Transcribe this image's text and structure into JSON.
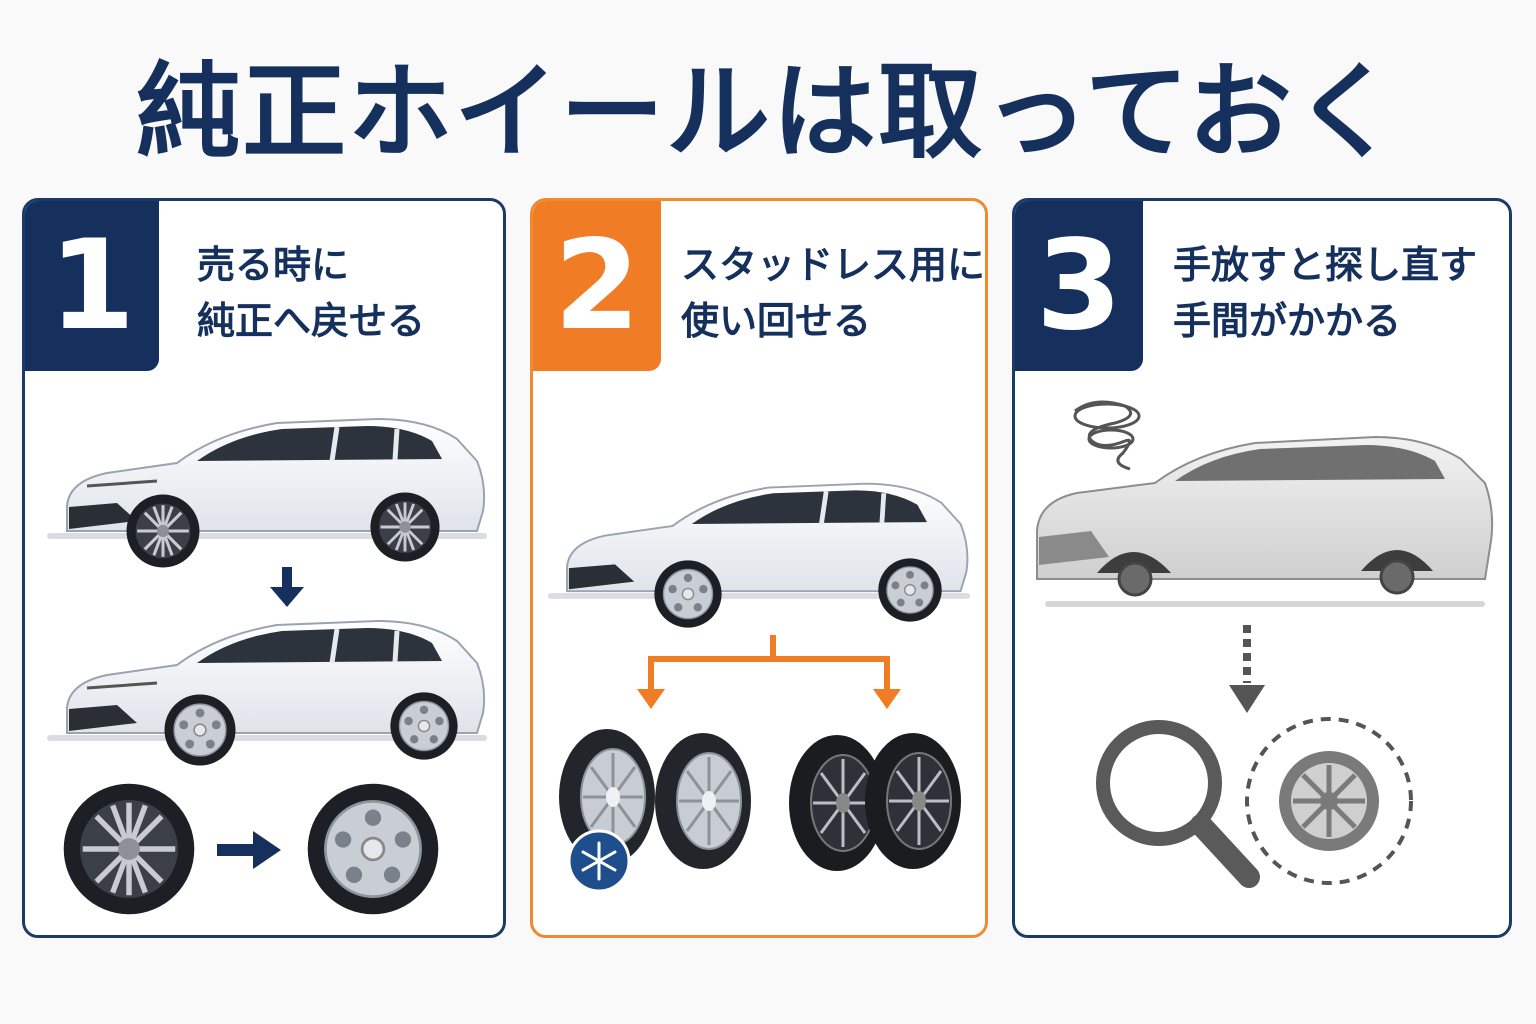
{
  "title": "純正ホイールは取っておく",
  "colors": {
    "navy": "#15305c",
    "orange": "#f07c26",
    "gray": "#8a8a8a"
  },
  "panels": [
    {
      "number": "1",
      "line1": "売る時に",
      "line2": "純正へ戻せる",
      "icons": [
        "car-aftermarket-wheels",
        "arrow-down-icon",
        "car-stock-wheels",
        "aftermarket-wheel",
        "arrow-right-icon",
        "stock-wheel-tire"
      ]
    },
    {
      "number": "2",
      "line1": "スタッドレス用に",
      "line2": "使い回せる",
      "icons": [
        "car-stock-wheels",
        "split-arrow-icon",
        "studless-tire-set",
        "snowflake-icon",
        "summer-tire-set"
      ]
    },
    {
      "number": "3",
      "line1": "手放すと探し直す",
      "line2": "手間がかかる",
      "icons": [
        "confused-swirl-icon",
        "car-no-wheels",
        "dotted-arrow-down-icon",
        "magnifier-icon",
        "missing-wheel-icon"
      ]
    }
  ]
}
